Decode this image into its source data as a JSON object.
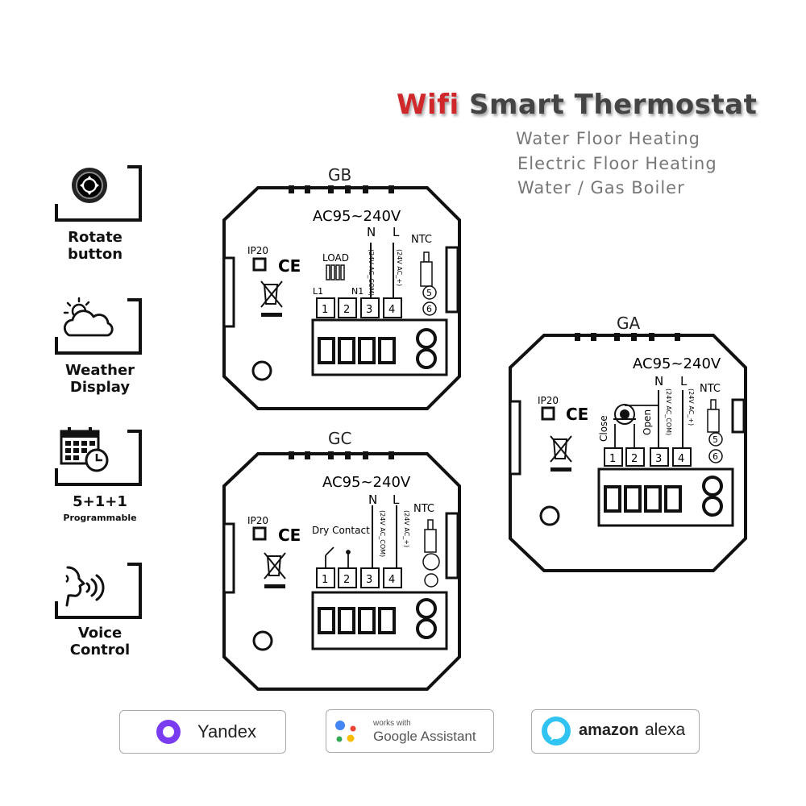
{
  "header": {
    "title_part1": "Wifi",
    "title_part2": "Smart Thermostat",
    "subtitles": [
      "Water Floor Heating",
      "Electric Floor Heating",
      "Water / Gas Boiler"
    ]
  },
  "features": [
    {
      "label": "Rotate\nbutton",
      "icon": "rotate-button-icon"
    },
    {
      "label": "Weather\nDisplay",
      "icon": "weather-icon"
    },
    {
      "label": "5+1+1",
      "small": "Programmable",
      "icon": "calendar-clock-icon"
    },
    {
      "label": "Voice\nControl",
      "icon": "voice-icon"
    }
  ],
  "diagrams": {
    "gb": {
      "label": "GB",
      "voltage": "AC95~240V",
      "n": "N",
      "l": "L",
      "n_sub": "(24V AC_COM)",
      "l_sub": "(24V AC_+)",
      "ntc": "NTC",
      "ip": "IP20",
      "ce": "CE",
      "load": "LOAD",
      "l1": "L1",
      "n1": "N1",
      "terminals": [
        "1",
        "2",
        "3",
        "4"
      ],
      "ntc_terms": [
        "5",
        "6"
      ]
    },
    "gc": {
      "label": "GC",
      "voltage": "AC95~240V",
      "n": "N",
      "l": "L",
      "n_sub": "(24V AC_COM)",
      "l_sub": "(24V AC_+)",
      "ntc": "NTC",
      "ip": "IP20",
      "ce": "CE",
      "dry": "Dry Contact",
      "terminals": [
        "1",
        "2",
        "3",
        "4"
      ]
    },
    "ga": {
      "label": "GA",
      "voltage": "AC95~240V",
      "n": "N",
      "l": "L",
      "n_sub": "(24V AC_COM)",
      "l_sub": "(24V AC_+)",
      "ntc": "NTC",
      "ip": "IP20",
      "ce": "CE",
      "close": "Close",
      "open": "Open",
      "terminals": [
        "1",
        "2",
        "3",
        "4"
      ],
      "ntc_terms": [
        "5",
        "6"
      ]
    }
  },
  "badges": {
    "yandex": "Yandex",
    "google_small": "works with",
    "google": "Google Assistant",
    "amazon": "amazon",
    "alexa": "alexa"
  },
  "colors": {
    "title_red": "#d0282a",
    "title_grey": "#444444",
    "yandex_purple": "#7a3cf0",
    "alexa_blue": "#31c4f3"
  }
}
